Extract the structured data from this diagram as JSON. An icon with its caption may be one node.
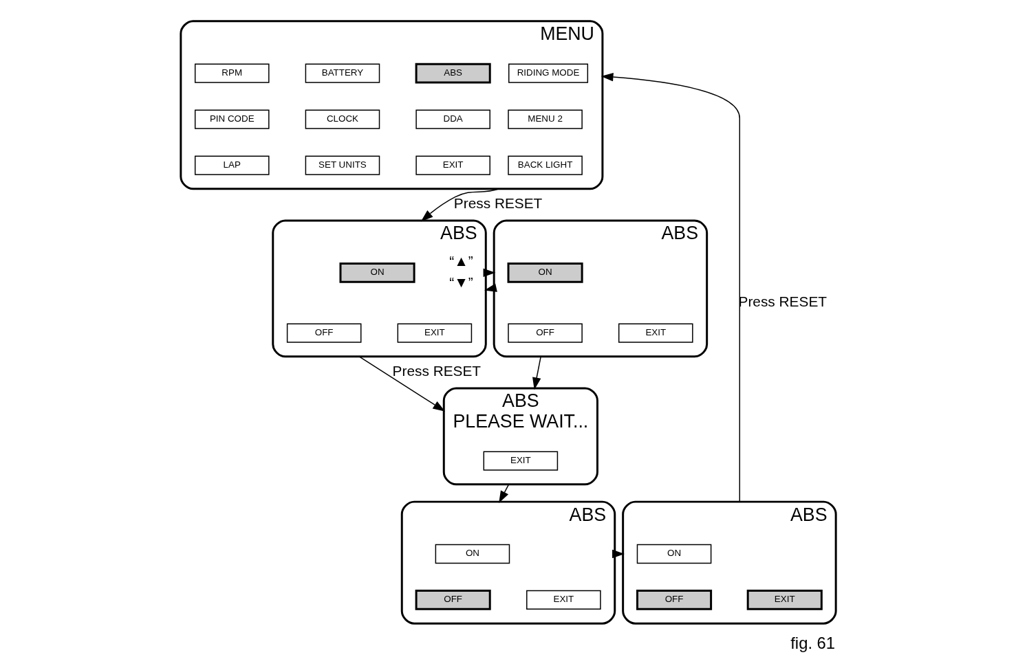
{
  "diagram": {
    "caption": "fig. 61",
    "nodes": [
      {
        "text": [
          "MENU"
        ]
      },
      {
        "text": [
          "RIDING MODE"
        ],
        "in": 0
      },
      {
        "text": [
          "RPM"
        ],
        "in": 0
      },
      {
        "text": [
          "BATTERY"
        ],
        "in": 0
      },
      {
        "text": [
          "ABS"
        ],
        "in": 0
      },
      {
        "text": [
          "MENU 2"
        ],
        "in": 0
      },
      {
        "text": [
          "PIN CODE"
        ],
        "in": 0
      },
      {
        "text": [
          "CLOCK"
        ],
        "in": 0
      },
      {
        "text": [
          "DDA"
        ],
        "in": 0
      },
      {
        "text": [
          "BACK LIGHT"
        ],
        "in": 0
      },
      {
        "text": [
          "LAP"
        ],
        "in": 0
      },
      {
        "text": [
          "SET UNITS"
        ],
        "in": 0
      },
      {
        "text": [
          "EXIT"
        ],
        "in": 0
      },
      {
        "text": [
          "ABS"
        ]
      },
      {
        "text": [
          "ON"
        ],
        "in": 13
      },
      {
        "text": [
          "OFF"
        ],
        "in": 13
      },
      {
        "text": [
          "EXIT"
        ],
        "in": 13
      },
      {
        "text": [
          "ABS"
        ]
      },
      {
        "text": [
          "ON"
        ],
        "in": 17
      },
      {
        "text": [
          "OFF"
        ],
        "in": 17
      },
      {
        "text": [
          "EXIT"
        ],
        "in": 17
      },
      {
        "text": [
          "ABS",
          "PLEASE WAIT..."
        ]
      },
      {
        "text": [
          "EXIT"
        ],
        "in": 21
      },
      {
        "text": [
          "ABS"
        ]
      },
      {
        "text": [
          "ON"
        ],
        "in": 23
      },
      {
        "text": [
          "OFF"
        ],
        "in": 23
      },
      {
        "text": [
          "EXIT"
        ],
        "in": 23
      },
      {
        "text": [
          "ABS"
        ]
      },
      {
        "text": [
          "ON"
        ],
        "in": 27
      },
      {
        "text": [
          "OFF"
        ],
        "in": 27
      },
      {
        "text": [
          "EXIT"
        ],
        "in": 27
      }
    ],
    "edges": [
      {
        "from": 0,
        "to": 13,
        "arrow": "to",
        "label": "Press RESET"
      },
      {
        "from": 13,
        "to": 17,
        "arrow": "to",
        "label": "“▲”"
      },
      {
        "from": 17,
        "to": 13,
        "arrow": "to",
        "label": "“▼”"
      },
      {
        "from": 13,
        "to": 21,
        "arrow": "to",
        "label": "Press RESET"
      },
      {
        "from": 17,
        "to": 21,
        "arrow": "to"
      },
      {
        "from": 21,
        "to": 23,
        "arrow": "to"
      },
      {
        "from": 23,
        "to": 27,
        "arrow": "to"
      },
      {
        "from": 27,
        "to": 0,
        "arrow": "to",
        "label": "Press RESET"
      }
    ]
  }
}
